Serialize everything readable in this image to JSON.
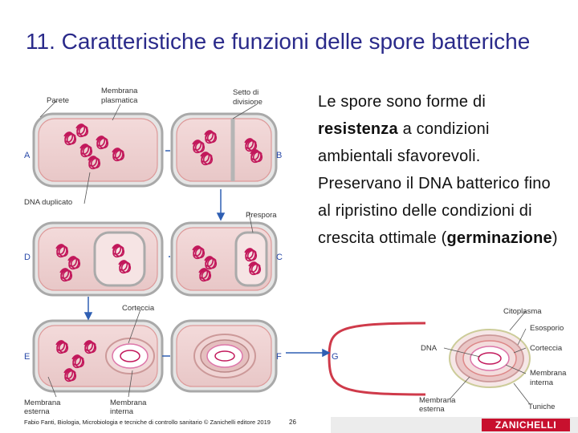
{
  "slide": {
    "title": "11. Caratteristiche e funzioni delle spore batteriche",
    "text": {
      "p1": "Le spore sono forme di ",
      "b1": "resistenza",
      "p2": " a condizioni ambientali sfavorevoli. Preservano il DNA batterico fino al ripristino delle condizioni di crescita ottimale (",
      "b2": "germinazione",
      "p3": ")"
    }
  },
  "figure": {
    "labels": {
      "parete": "Parete",
      "membrana_plasmatica_1": "Membrana",
      "membrana_plasmatica_2": "plasmatica",
      "setto_1": "Setto di",
      "setto_2": "divisione",
      "dna_duplicato": "DNA duplicato",
      "prespora": "Prespora",
      "corteccia": "Corteccia",
      "membrana_esterna_1": "Membrana",
      "membrana_esterna_2": "esterna",
      "membrana_interna_1": "Membrana",
      "membrana_interna_2": "interna",
      "citoplasma": "Citoplasma",
      "esosporio": "Esosporio",
      "dna": "DNA",
      "corteccia_g": "Corteccia",
      "membrana_interna_g1": "Membrana",
      "membrana_interna_g2": "interna",
      "membrana_esterna_g1": "Membrana",
      "membrana_esterna_g2": "esterna",
      "tuniche": "Tuniche"
    },
    "letters": {
      "a": "A",
      "b": "B",
      "c": "C",
      "d": "D",
      "e": "E",
      "f": "F",
      "g": "G"
    }
  },
  "footer": {
    "credit": "Fabio Fanti, Biologia, Microbiologia e tecniche di controllo sanitario © Zanichelli editore 2019",
    "page": "26",
    "publisher": "ZANICHELLI"
  }
}
